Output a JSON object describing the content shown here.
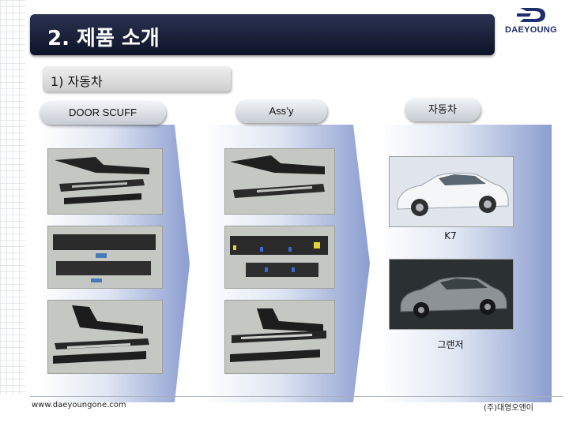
{
  "header": {
    "title": "2. 제품 소개"
  },
  "logo": {
    "wordmark": "DAEYOUNG",
    "brand_color": "#1f2e6d"
  },
  "section": {
    "subtitle": "1) 자동차"
  },
  "columns": {
    "col1": {
      "label": "DOOR SCUFF"
    },
    "col2": {
      "label": "Ass’y"
    },
    "col3": {
      "label": "자동차"
    }
  },
  "cars": [
    {
      "model": "K7"
    },
    {
      "model": "그랜저"
    }
  ],
  "footer": {
    "website": "www.daeyoungone.com",
    "company": "(주)대영오앤이"
  },
  "colors": {
    "title_bar": "#1b2340",
    "panel_accent": "#8c9ed0"
  }
}
